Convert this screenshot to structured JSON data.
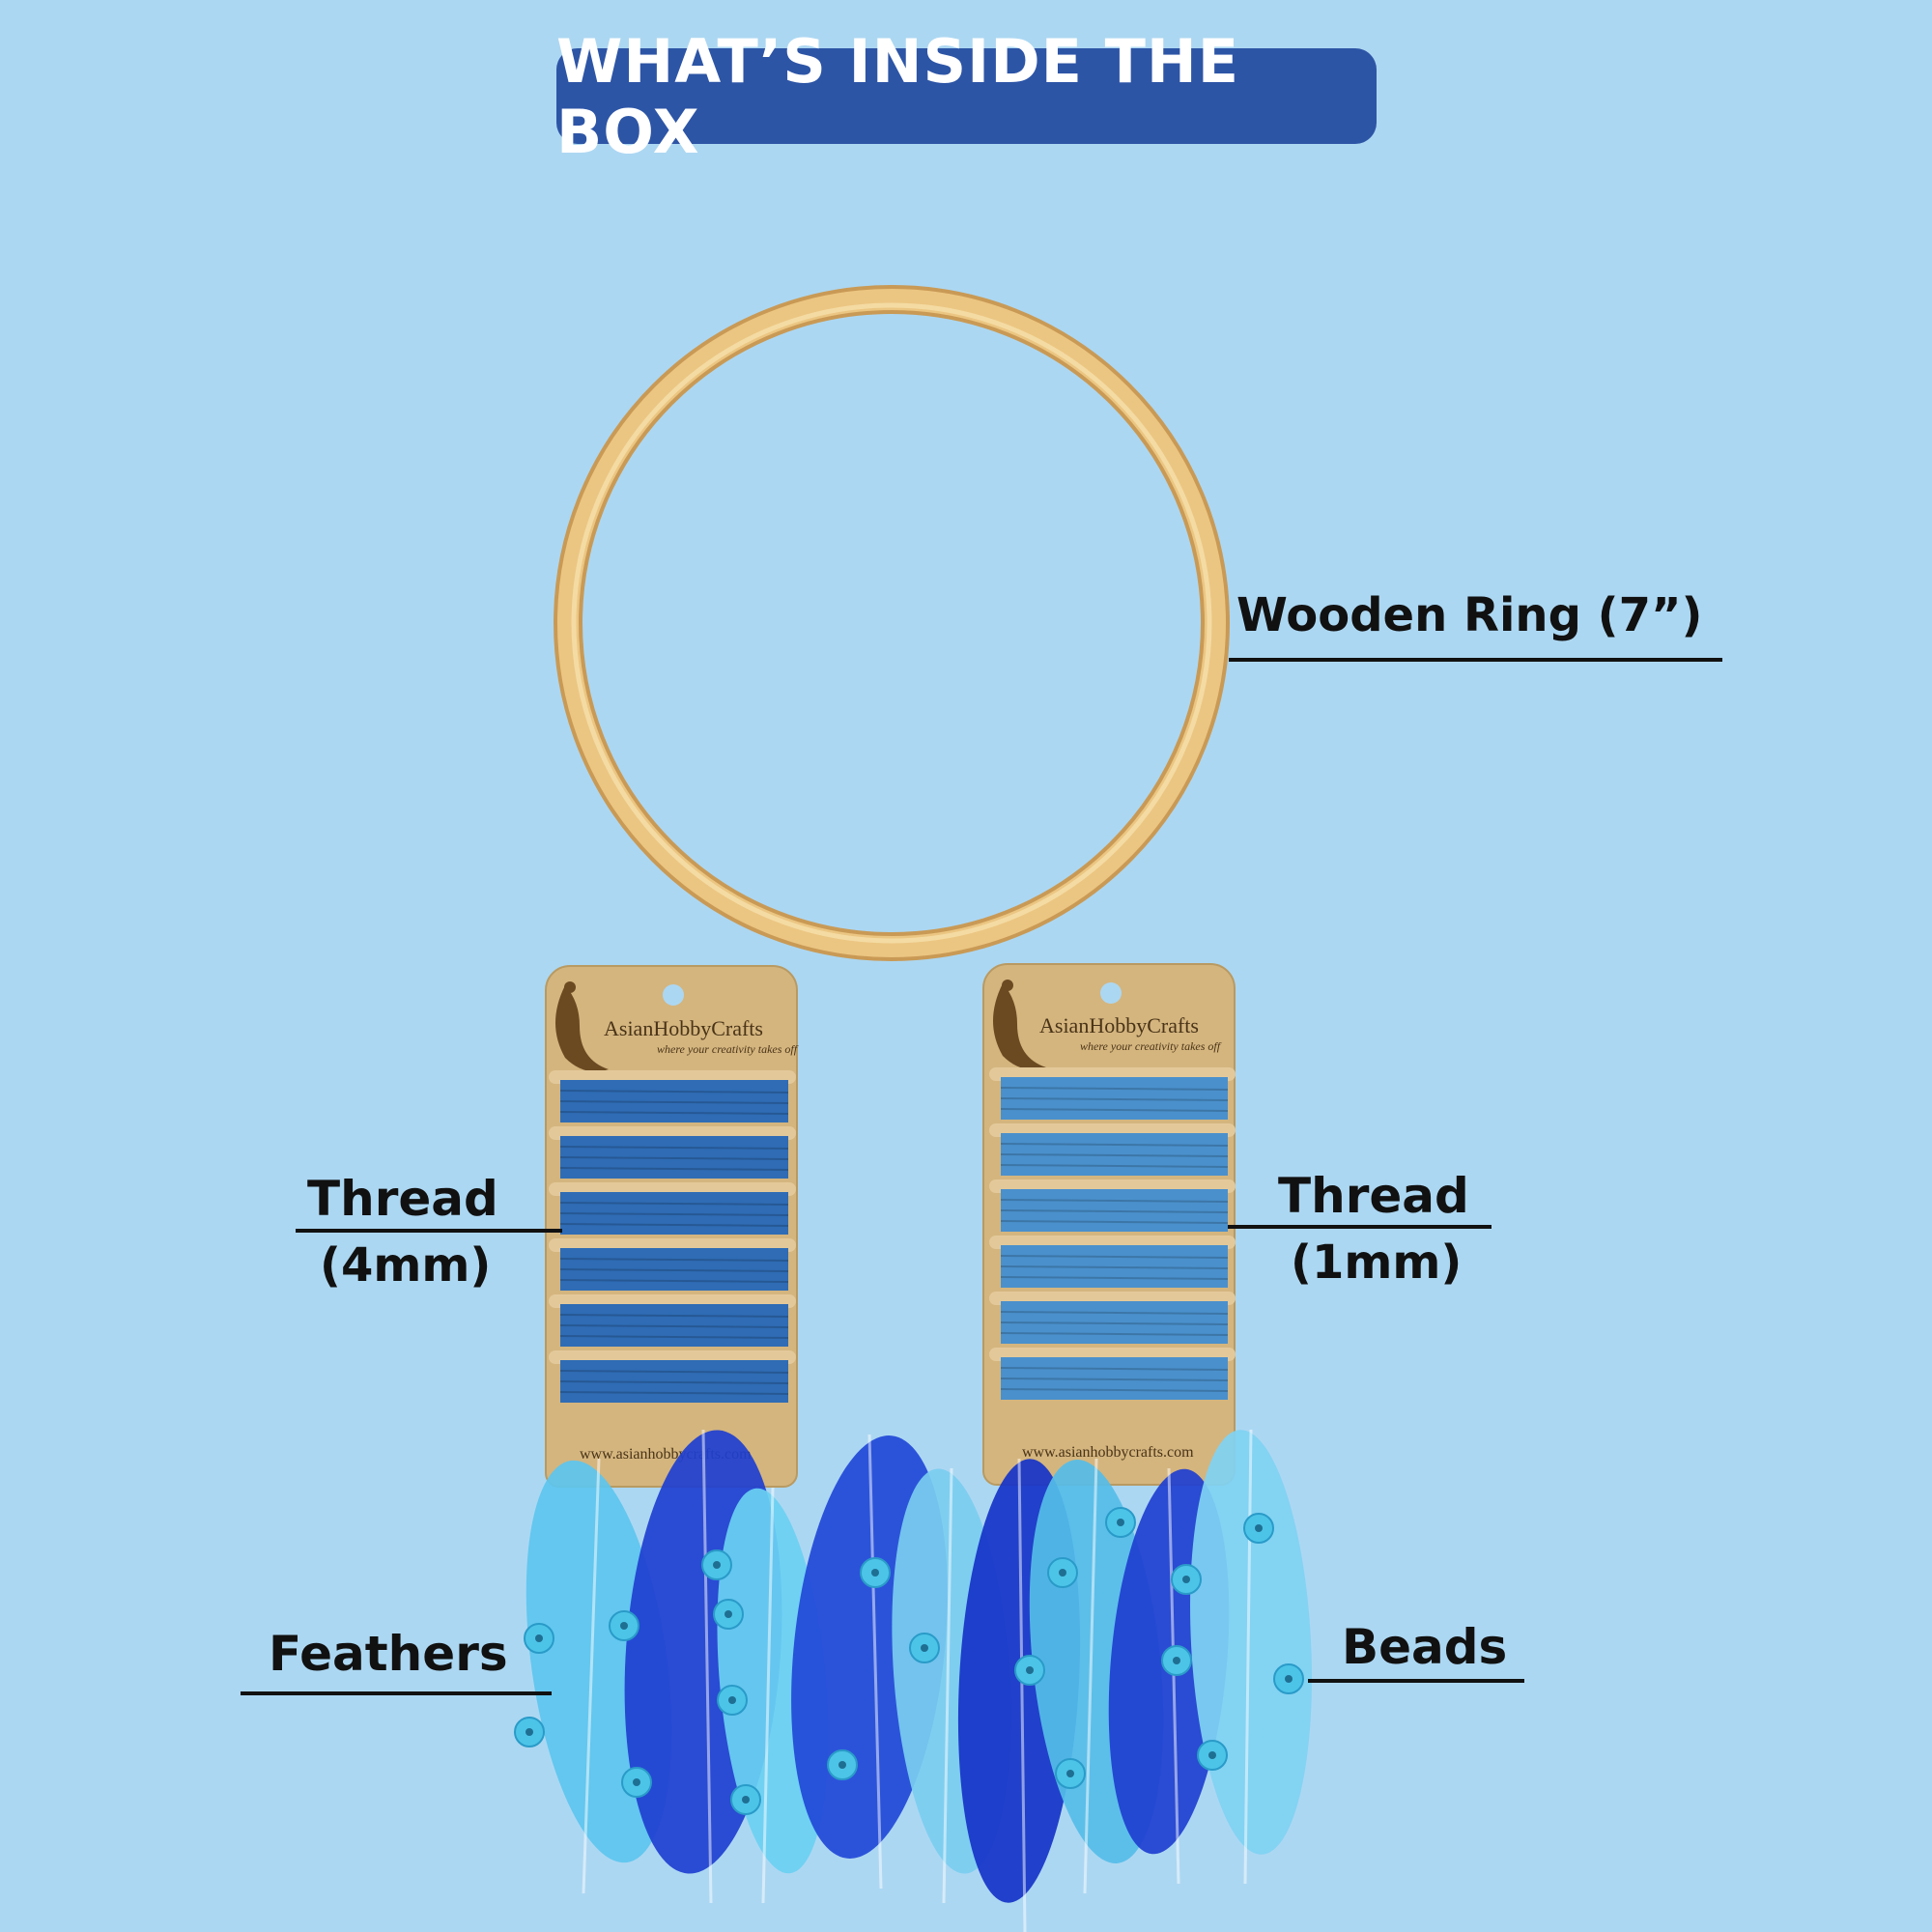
{
  "header": {
    "title": "WHAT’S INSIDE THE BOX"
  },
  "items": {
    "ring": {
      "label": "Wooden Ring (7”)"
    },
    "thread_4mm": {
      "label_line1": "Thread",
      "label_line2": "(4mm)",
      "thread_color": "#2f6cb5"
    },
    "thread_1mm": {
      "label_line1": "Thread",
      "label_line2": "(1mm)",
      "thread_color": "#4a90cc"
    },
    "feathers": {
      "label": "Feathers"
    },
    "beads": {
      "label": "Beads"
    }
  },
  "card": {
    "brand": "AsianHobbyCrafts",
    "tagline": "where your creativity takes off",
    "url": "www.asianhobbycrafts.com"
  },
  "colors": {
    "background": "#acd7f2",
    "banner": "#2d55a6",
    "ring_wood": "#e9c27e",
    "card": "#d4b57e",
    "feather_light": "#4fc0ea",
    "feather_dark": "#1e3fd0",
    "bead": "#4cc4e8"
  }
}
